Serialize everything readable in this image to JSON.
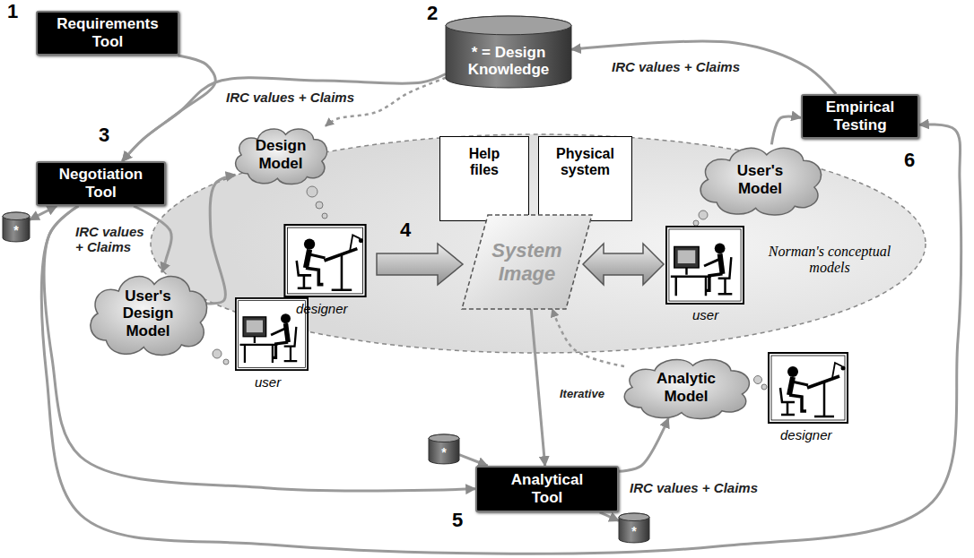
{
  "diagram": {
    "nodes": [
      {
        "text": [
          "Requirements Tool"
        ]
      },
      {
        "text": [
          "* = Design Knowledge"
        ]
      },
      {
        "text": [
          "Empirical Testing"
        ]
      },
      {
        "text": [
          "Negotiation Tool"
        ]
      },
      {
        "text": [
          "Norman's conceptual models"
        ]
      },
      {
        "text": [
          "Design Model"
        ],
        "in": 4
      },
      {
        "text": [
          "Help files"
        ],
        "in": 4
      },
      {
        "text": [
          "Physical system"
        ],
        "in": 4
      },
      {
        "text": [
          "System Image"
        ],
        "in": 4
      },
      {
        "text": [
          "User's Model"
        ],
        "in": 4
      },
      {
        "text": [
          "User's Design Model"
        ]
      },
      {
        "text": [
          "Analytic Model"
        ]
      },
      {
        "text": [
          "Analytical Tool"
        ]
      },
      {
        "text": [
          "*"
        ]
      },
      {
        "text": [
          "*"
        ]
      },
      {
        "text": [
          "*"
        ]
      }
    ],
    "edges": [
      {
        "from": 0,
        "to": 3,
        "label": "IRC values + Claims",
        "arrow": "to"
      },
      {
        "from": 1,
        "to": 3,
        "arrow": "to"
      },
      {
        "from": 1,
        "to": 5,
        "arrow": "to"
      },
      {
        "from": 2,
        "to": 1,
        "label": "IRC values + Claims",
        "arrow": "to"
      },
      {
        "from": 3,
        "to": 10,
        "label": "IRC values + Claims",
        "arrow": "to"
      },
      {
        "from": 3,
        "to": 12,
        "arrow": "to"
      },
      {
        "from": 3,
        "to": 2,
        "arrow": "to"
      },
      {
        "from": 10,
        "to": 5,
        "arrow": "to"
      },
      {
        "from": 9,
        "to": 2,
        "arrow": "to"
      },
      {
        "from": 8,
        "to": 12,
        "arrow": "to"
      },
      {
        "from": 12,
        "to": 11,
        "label": "IRC values + Claims",
        "arrow": "to"
      },
      {
        "from": 11,
        "to": 8,
        "label": "Iterative",
        "arrow": "to"
      },
      {
        "from": 13,
        "to": 3,
        "arrow": "both"
      },
      {
        "from": 14,
        "to": 12,
        "arrow": "to"
      },
      {
        "from": 12,
        "to": 15,
        "arrow": "to"
      }
    ],
    "labels": [
      "1",
      "2",
      "6",
      "3",
      "4",
      "designer",
      "user",
      "user",
      "designer",
      "5"
    ]
  }
}
